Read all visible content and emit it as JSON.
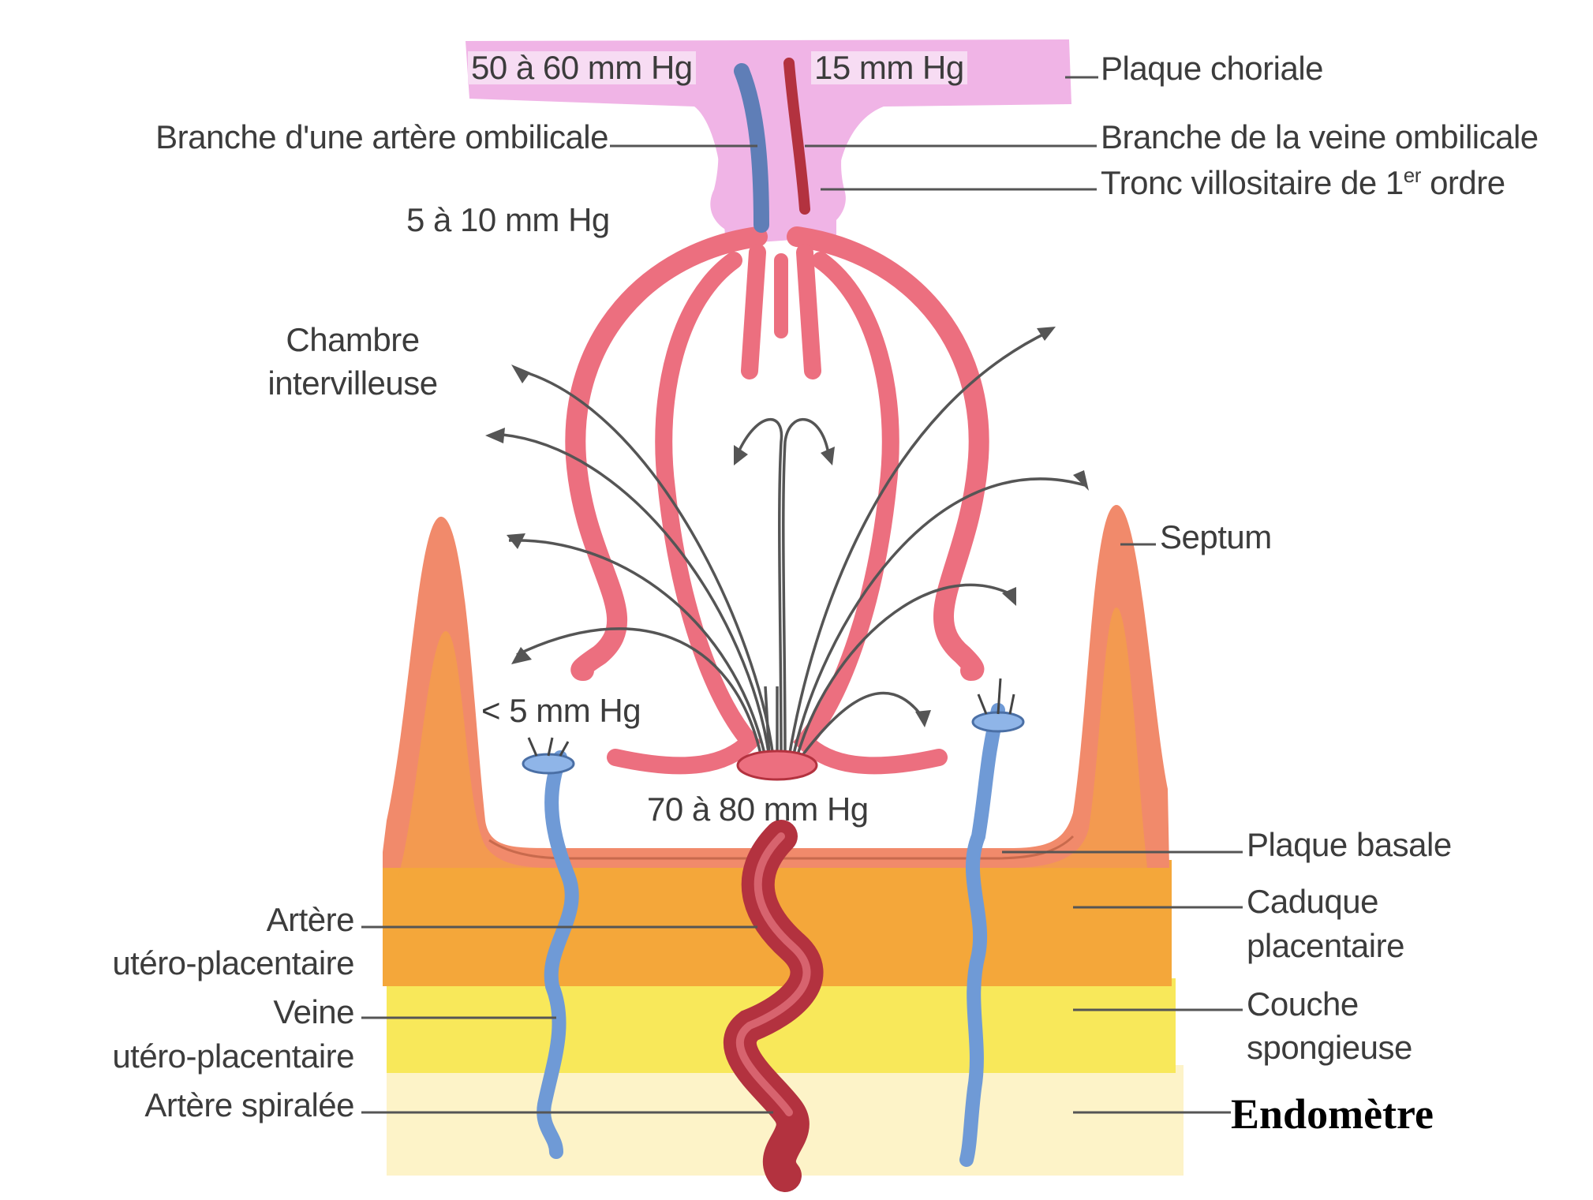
{
  "labels": {
    "plaque_choriale": "Plaque choriale",
    "branche_artere": "Branche d'une artère ombilicale",
    "branche_veine": "Branche de la veine ombilicale",
    "tronc_prefix": "Tronc villositaire de 1",
    "tronc_sup": "er",
    "tronc_suffix": " ordre",
    "chambre_1": "Chambre",
    "chambre_2": "intervilleuse",
    "septum": "Septum",
    "plaque_basale": "Plaque basale",
    "caduque_1": "Caduque",
    "caduque_2": "placentaire",
    "couche_1": "Couche",
    "couche_2": "spongieuse",
    "endometre": "Endomètre",
    "artere_utero_1": "Artère",
    "artere_utero_2": "utéro-placentaire",
    "veine_utero_1": "Veine",
    "veine_utero_2": "utéro-placentaire",
    "artere_spiralee": "Artère spiralée"
  },
  "pressures": {
    "p50_60": "50 à 60 mm Hg",
    "p15": "15 mm Hg",
    "p5_10": "5 à 10 mm Hg",
    "p_lt5": "< 5 mm Hg",
    "p70_80": "70 à 80 mm Hg"
  },
  "colors": {
    "plaque_choriale": "#f0b4e6",
    "villi": "#ec6f7f",
    "septum": "#f18a6b",
    "caduque": "#f4a73a",
    "spongieuse": "#f8e85a",
    "artery_dark": "#b3323f",
    "vein_blue": "#6f9ad6"
  }
}
